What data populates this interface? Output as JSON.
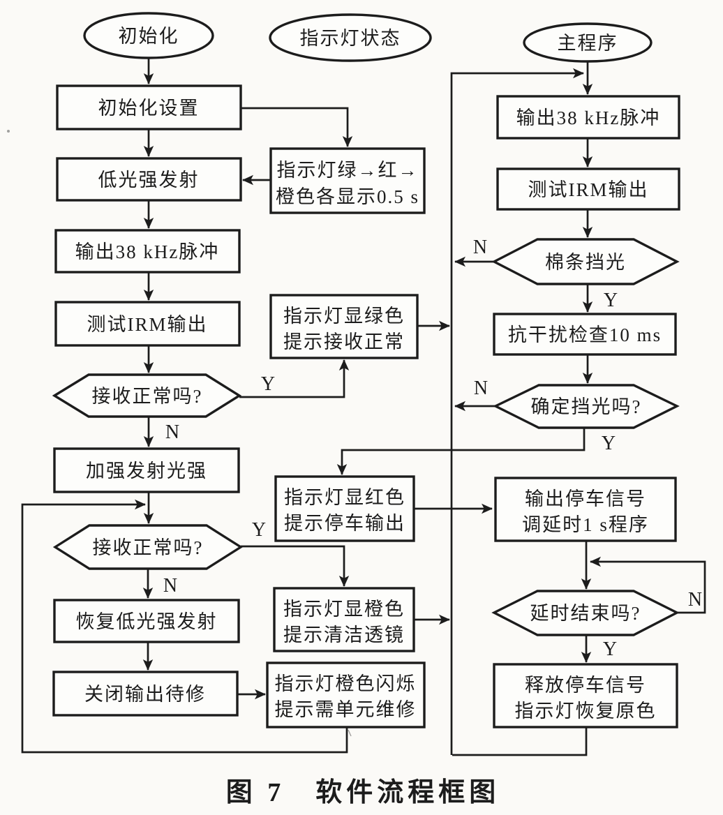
{
  "caption": "图 7　软件流程框图",
  "labels": {
    "yes": "Y",
    "no": "N"
  },
  "nodes": {
    "init": "初始化",
    "indicator_status": "指示灯状态",
    "main_program": "主程序",
    "init_setup": "初始化设置",
    "low_emit": "低光强发射",
    "output_pulse_left": "输出38 kHz脉冲",
    "test_irm_left": "测试IRM输出",
    "recv_ok_1": "接收正常吗?",
    "boost_emit": "加强发射光强",
    "recv_ok_2": "接收正常吗?",
    "restore_low_emit": "恢复低光强发射",
    "close_output": "关闭输出待修",
    "led_init_seq_1": "指示灯绿→红→",
    "led_init_seq_2": "橙色各显示0.5 s",
    "led_green_1": "指示灯显绿色",
    "led_green_2": "提示接收正常",
    "led_red_1": "指示灯显红色",
    "led_red_2": "提示停车输出",
    "led_orange_1": "指示灯显橙色",
    "led_orange_2": "提示清洁透镜",
    "led_blink_1": "指示灯橙色闪烁",
    "led_blink_2": "提示需单元维修",
    "output_pulse_right": "输出38 kHz脉冲",
    "test_irm_right": "测试IRM输出",
    "sliver_block": "棉条挡光",
    "anti_jam": "抗干扰检查10 ms",
    "confirm_block": "确定挡光吗?",
    "stop_signal_1": "输出停车信号",
    "stop_signal_2": "调延时1 s程序",
    "delay_done": "延时结束吗?",
    "release_1": "释放停车信号",
    "release_2": "指示灯恢复原色"
  }
}
